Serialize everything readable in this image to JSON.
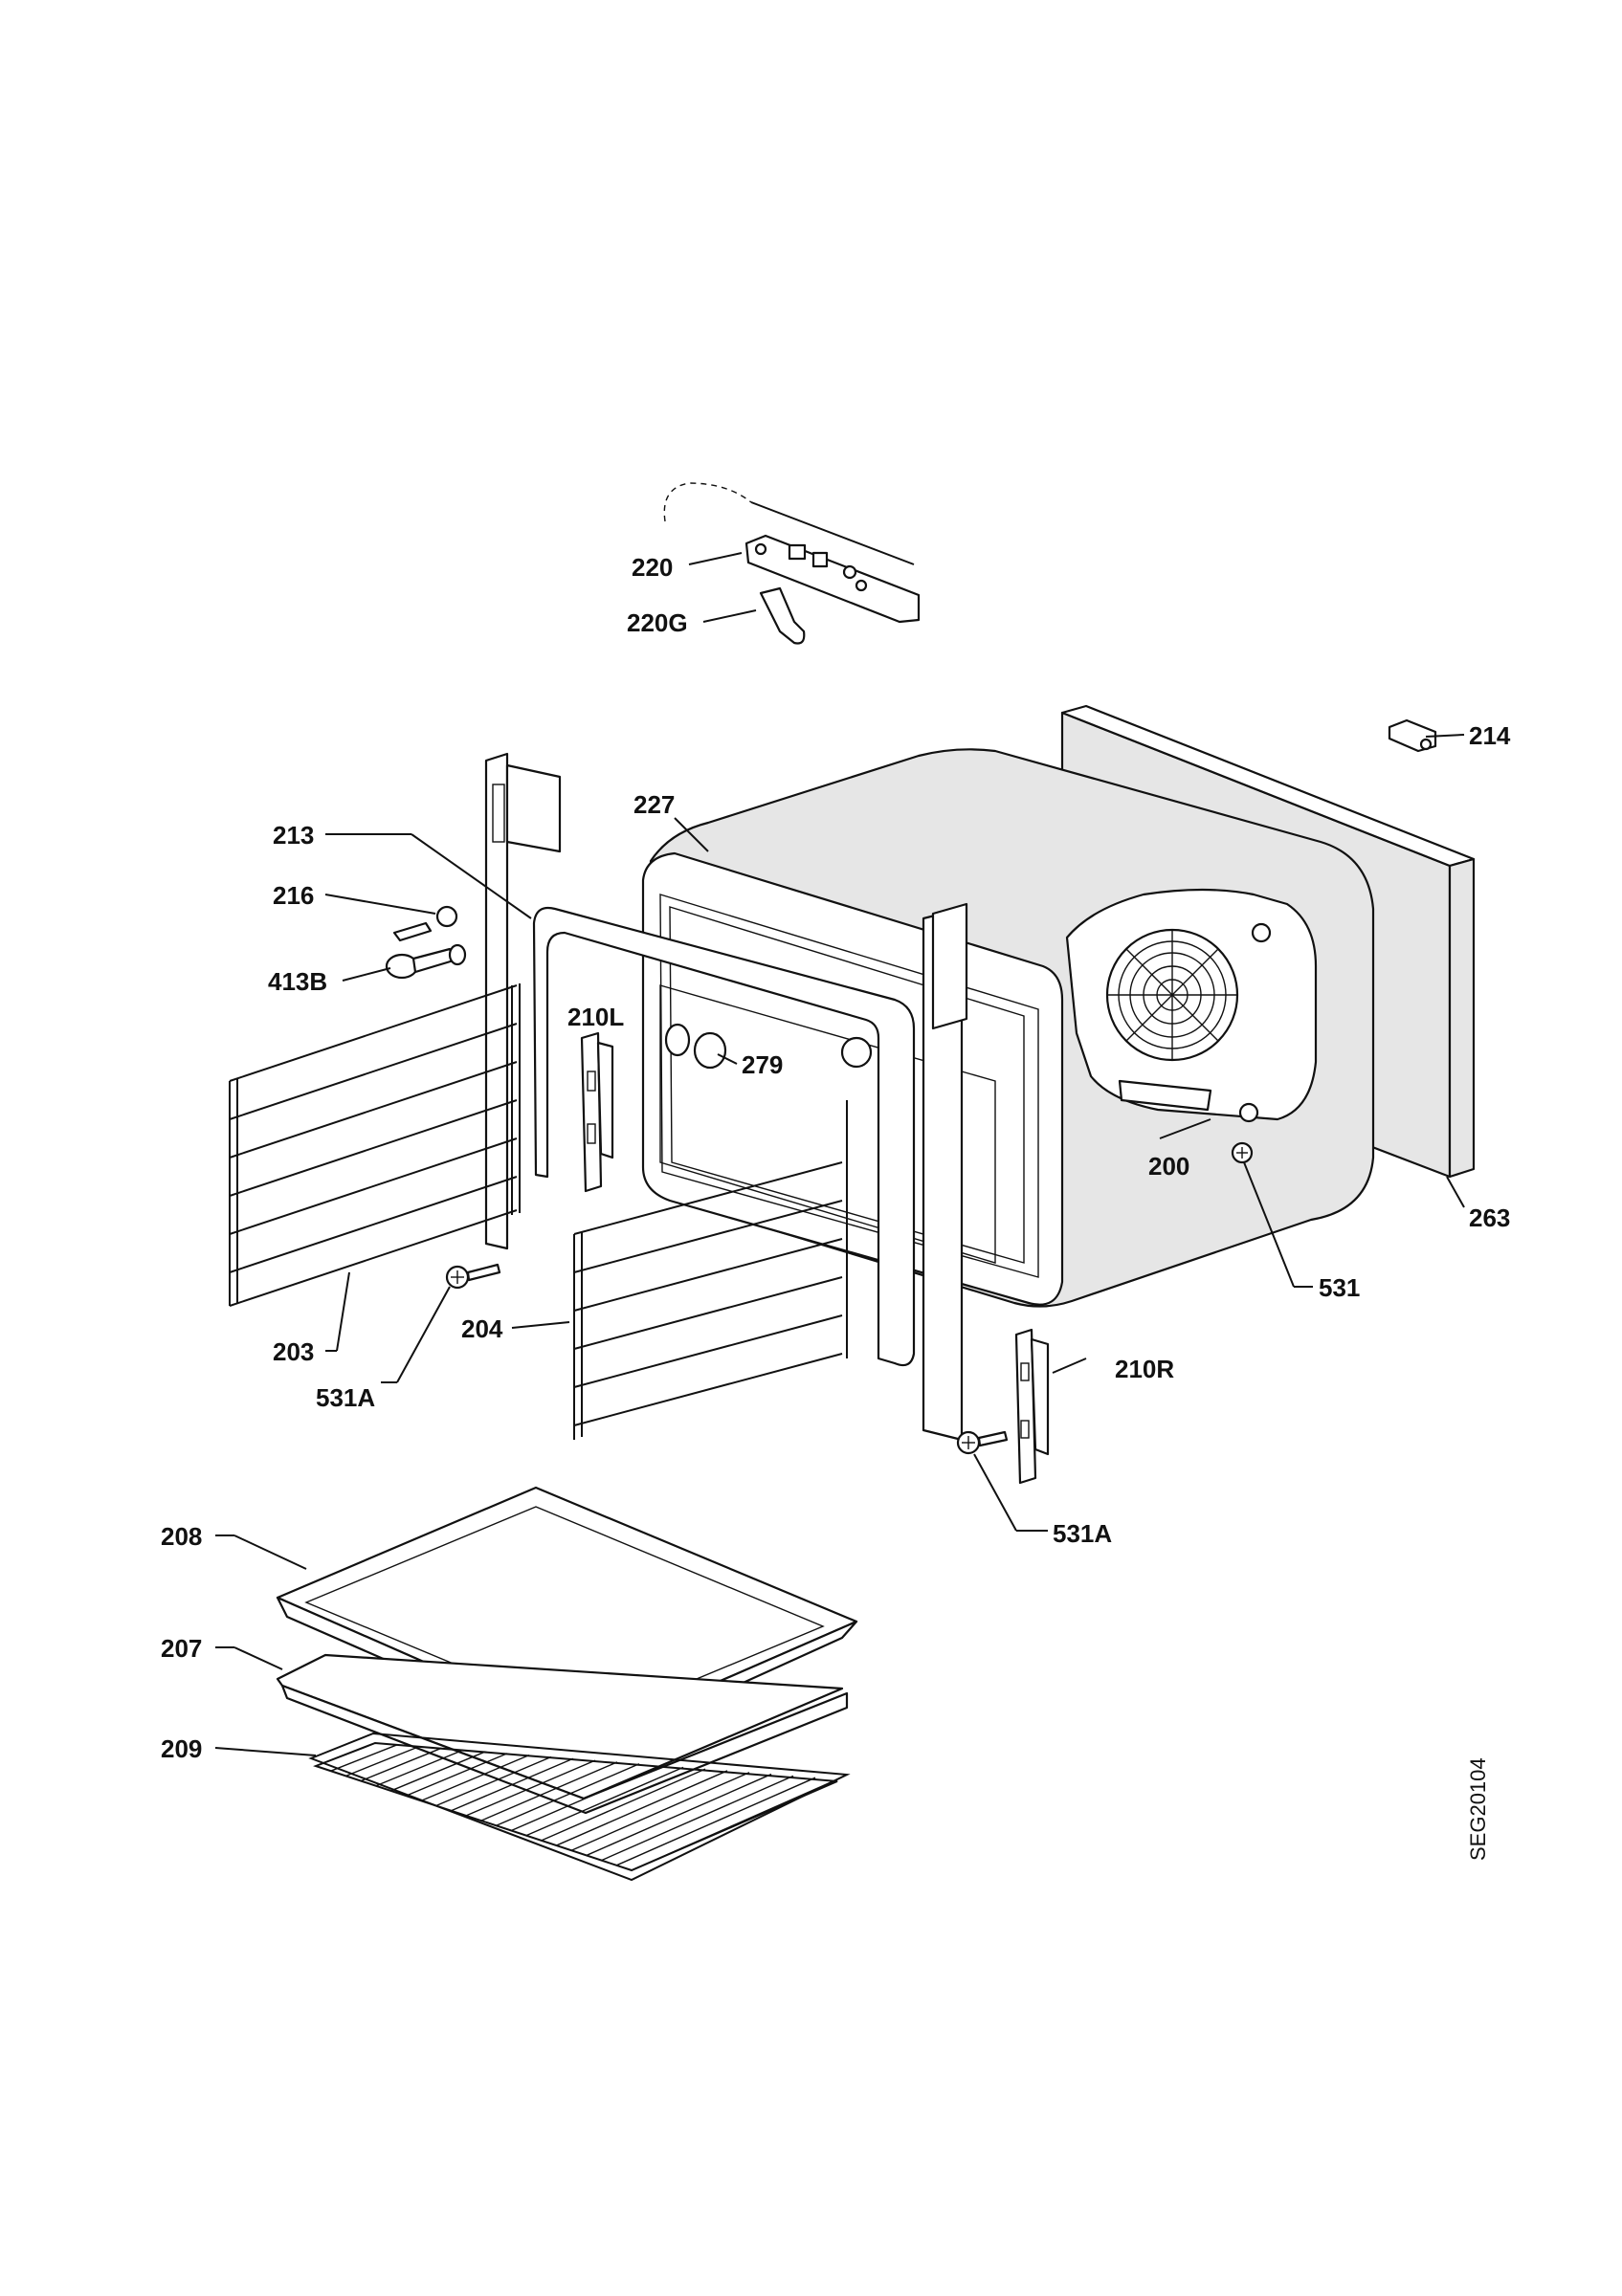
{
  "diagram": {
    "drawing_code": "SEG20104",
    "labels": {
      "p220": "220",
      "p220G": "220G",
      "p214": "214",
      "p227": "227",
      "p213": "213",
      "p216": "216",
      "p413B": "413B",
      "p210L": "210L",
      "p279": "279",
      "p200": "200",
      "p263": "263",
      "p531": "531",
      "p203": "203",
      "p204": "204",
      "p531A_left": "531A",
      "p210R": "210R",
      "p531A_right": "531A",
      "p208": "208",
      "p207": "207",
      "p209": "209"
    }
  }
}
